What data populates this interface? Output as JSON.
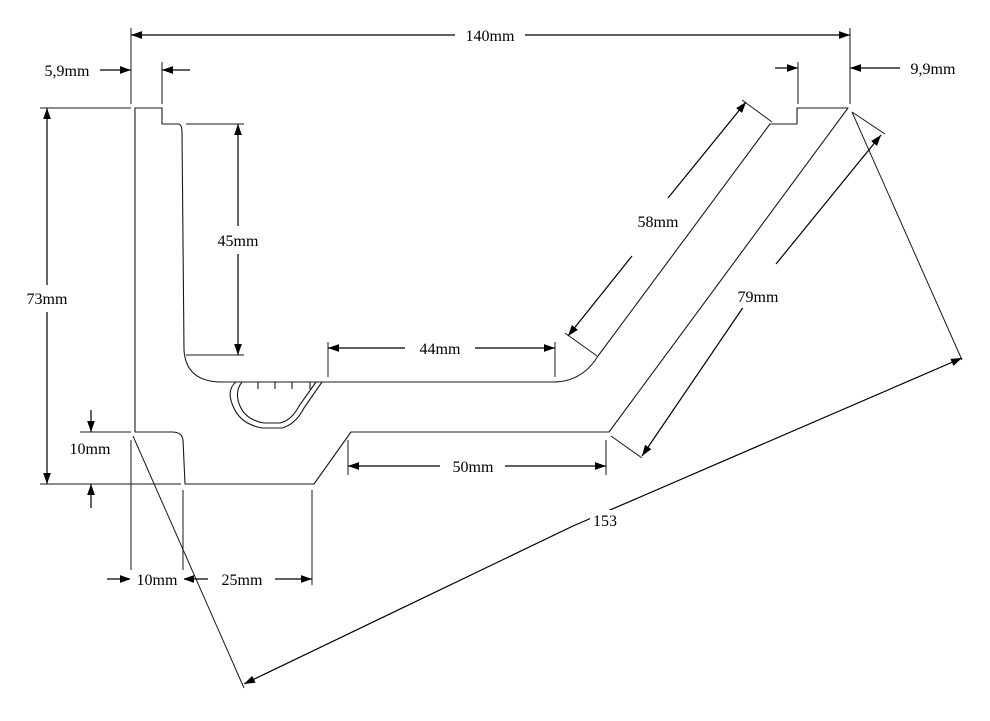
{
  "dimensions": {
    "overall_width": "140mm",
    "left_lip": "5,9mm",
    "right_lip": "9,9mm",
    "overall_height": "73mm",
    "inner_depth": "45mm",
    "inner_bottom": "44mm",
    "inner_slope": "58mm",
    "outer_slope": "79mm",
    "base_thickness": "10mm",
    "wall_thickness": "10mm",
    "foot_width": "25mm",
    "outer_bottom": "50mm",
    "diagonal": "153"
  },
  "colors": {
    "line": "#000000",
    "background": "#ffffff"
  }
}
